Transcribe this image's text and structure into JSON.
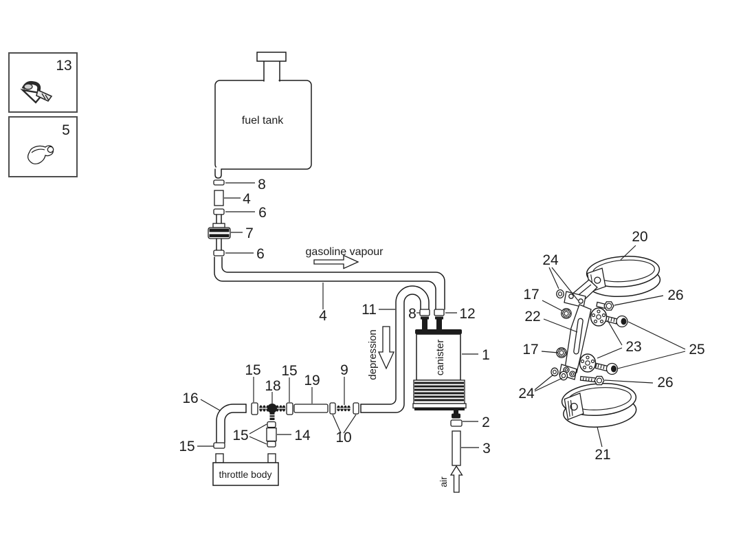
{
  "colors": {
    "line": "#1c1c1c",
    "paper": "#ffffff",
    "box_border": "#4d4d4d"
  },
  "annotations": {
    "fuel_tank": "fuel tank",
    "gasoline_vapour": "gasoline vapour",
    "depression": "depression",
    "canister": "canister",
    "throttle_body": "throttle body",
    "air": "air"
  },
  "inset_boxes": [
    {
      "part": "13",
      "icon": "hose-clip"
    },
    {
      "part": "5",
      "icon": "rubber-cap"
    }
  ],
  "part_labels": [
    {
      "name": "clip",
      "text": "13"
    },
    {
      "name": "rubber-cap",
      "text": "5"
    },
    {
      "name": "tank-fitting",
      "text": "8"
    },
    {
      "name": "short-hose",
      "text": "4"
    },
    {
      "name": "clip-upper",
      "text": "6"
    },
    {
      "name": "inline-filter",
      "text": "7"
    },
    {
      "name": "clip-lower",
      "text": "6"
    },
    {
      "name": "long-hose",
      "text": "4"
    },
    {
      "name": "depression-hose",
      "text": "11"
    },
    {
      "name": "canister-fitting-left",
      "text": "8"
    },
    {
      "name": "canister-fitting-right",
      "text": "12"
    },
    {
      "name": "canister",
      "text": "1"
    },
    {
      "name": "drain-fitting",
      "text": "2"
    },
    {
      "name": "air-tube",
      "text": "3"
    },
    {
      "name": "elbow-hose",
      "text": "16"
    },
    {
      "name": "clip-run-1",
      "text": "15"
    },
    {
      "name": "tee-fitting",
      "text": "18"
    },
    {
      "name": "clip-run-2",
      "text": "15"
    },
    {
      "name": "straight-hose",
      "text": "19"
    },
    {
      "name": "barb-connector",
      "text": "9"
    },
    {
      "name": "clip-elbow",
      "text": "15"
    },
    {
      "name": "clip-valve-pair",
      "text": "15"
    },
    {
      "name": "valve",
      "text": "14"
    },
    {
      "name": "clip-pair",
      "text": "10"
    },
    {
      "name": "clamp-upper",
      "text": "20"
    },
    {
      "name": "washer-upper",
      "text": "24"
    },
    {
      "name": "nut-upper",
      "text": "17"
    },
    {
      "name": "bolt-upper",
      "text": "26"
    },
    {
      "name": "bracket",
      "text": "22"
    },
    {
      "name": "spacer-pair",
      "text": "23"
    },
    {
      "name": "screw-pair",
      "text": "25"
    },
    {
      "name": "nut-lower",
      "text": "17"
    },
    {
      "name": "washer-lower",
      "text": "24"
    },
    {
      "name": "bolt-lower",
      "text": "26"
    },
    {
      "name": "clamp-lower",
      "text": "21"
    }
  ]
}
